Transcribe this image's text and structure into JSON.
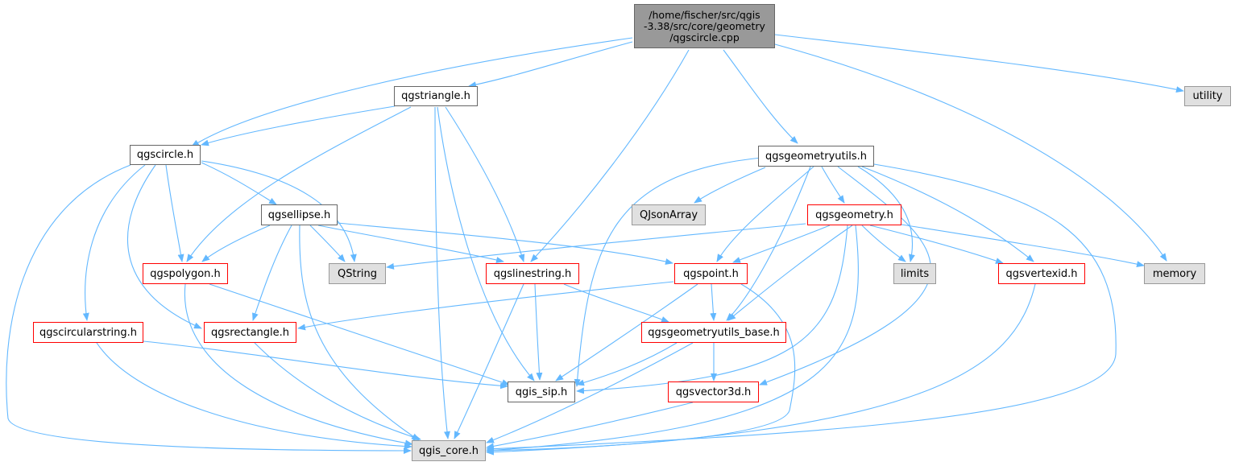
{
  "diagram": {
    "root": {
      "lines": [
        "/home/fischer/src/qgis",
        "-3.38/src/core/geometry",
        "/qgscircle.cpp"
      ]
    },
    "nodes": {
      "qgstriangle": "qgstriangle.h",
      "qgscircle": "qgscircle.h",
      "qgsellipse": "qgsellipse.h",
      "qgspolygon": "qgspolygon.h",
      "qgscircularstring": "qgscircularstring.h",
      "qgsrectangle": "qgsrectangle.h",
      "qstring": "QString",
      "qgslinestring": "qgslinestring.h",
      "qgis_sip": "qgis_sip.h",
      "qgis_core": "qgis_core.h",
      "qgsgeometryutils": "qgsgeometryutils.h",
      "qjsonarray": "QJsonArray",
      "qgsgeometry": "qgsgeometry.h",
      "qgspoint": "qgspoint.h",
      "qgsgeometryutils_base": "qgsgeometryutils_base.h",
      "qgsvector3d": "qgsvector3d.h",
      "limits": "limits",
      "qgsvertexid": "qgsvertexid.h",
      "memory": "memory",
      "utility": "utility"
    }
  }
}
